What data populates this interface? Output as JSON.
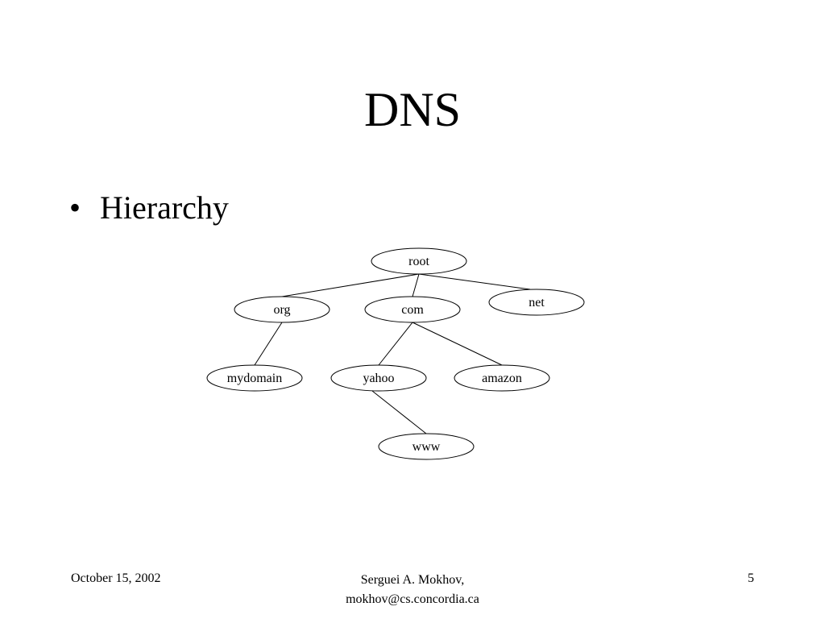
{
  "slide": {
    "title": "DNS",
    "bullets": [
      {
        "marker": "•",
        "text": "Hierarchy"
      }
    ]
  },
  "diagram": {
    "nodes": [
      {
        "id": "root",
        "label": "root"
      },
      {
        "id": "org",
        "label": "org"
      },
      {
        "id": "com",
        "label": "com"
      },
      {
        "id": "net",
        "label": "net"
      },
      {
        "id": "mydomain",
        "label": "mydomain"
      },
      {
        "id": "yahoo",
        "label": "yahoo"
      },
      {
        "id": "amazon",
        "label": "amazon"
      },
      {
        "id": "www",
        "label": "www"
      }
    ],
    "edges": [
      [
        "root",
        "org"
      ],
      [
        "root",
        "com"
      ],
      [
        "root",
        "net"
      ],
      [
        "org",
        "mydomain"
      ],
      [
        "com",
        "yahoo"
      ],
      [
        "com",
        "amazon"
      ],
      [
        "yahoo",
        "www"
      ]
    ]
  },
  "footer": {
    "date": "October 15, 2002",
    "author_line1": "Serguei A. Mokhov,",
    "author_line2": "mokhov@cs.concordia.ca",
    "page_number": "5"
  }
}
